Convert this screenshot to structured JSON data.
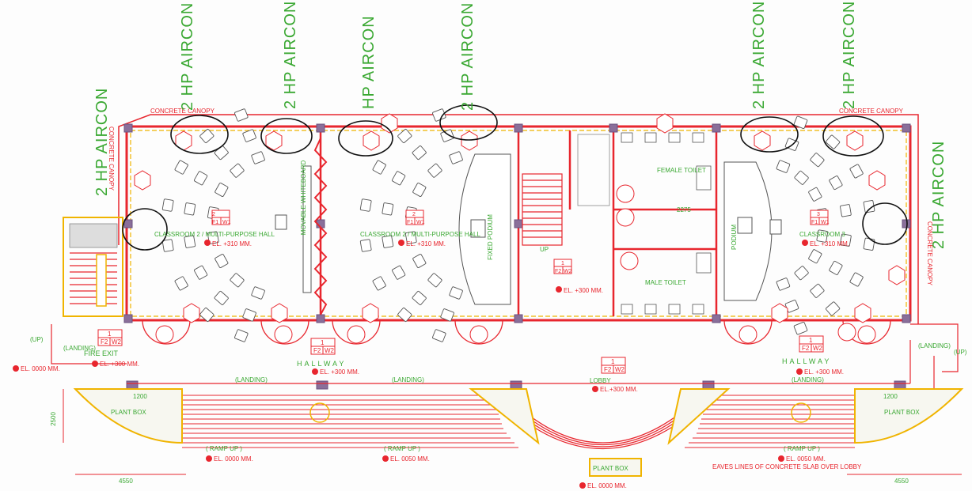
{
  "aircon_labels": [
    {
      "id": "ac-1",
      "text": "2 HP AIRCON"
    },
    {
      "id": "ac-2",
      "text": "2 HP AIRCON"
    },
    {
      "id": "ac-3",
      "text": "2 HP AIRCON"
    },
    {
      "id": "ac-4",
      "text": "HP AIRCON"
    },
    {
      "id": "ac-5",
      "text": "2 HP AIRCON"
    },
    {
      "id": "ac-6",
      "text": "2 HP AIRCON"
    },
    {
      "id": "ac-7",
      "text": "2 HP AIRCON"
    },
    {
      "id": "ac-8",
      "text": "2 HP AIRCON"
    }
  ],
  "canopy_labels": {
    "top_left": "CONCRETE CANOPY",
    "top_right": "CONCRETE CANOPY",
    "left_side": "CONCRETE CANOPY",
    "right_side": "CONCRETE CANOPY"
  },
  "rooms": {
    "classroom_left": "CLASSROOM 2 / MULTI-PURPOSE HALL",
    "classroom_mid": "CLASSROOM 2 / MULTI-PURPOSE HALL",
    "classroom_right": "CLASSROOM 3",
    "whiteboard": "MOVABLE WHITEBOARD",
    "podium_left": "FIXED PODIUM",
    "podium_right": "PODIUM",
    "female_toilet": "FEMALE TOILET",
    "male_toilet": "MALE TOILET",
    "plant_box": "PLANT BOX",
    "lobby": "LOBBY",
    "hallway": "HALLWAY",
    "fire_exit": "FIRE EXIT",
    "eaves_note": "EAVES LINES OF CONCRETE SLAB OVER LOBBY"
  },
  "tags": {
    "f1w1": [
      "F1",
      "W1"
    ],
    "f2w2": [
      "F2",
      "W2"
    ],
    "one": "1",
    "two": "2",
    "three": "3"
  },
  "elevations": {
    "el_310": "EL. +310 MM.",
    "el_300": "EL. +300 MM.",
    "el_4300": "EL.+300 MM.",
    "el_000": "EL. 0000 MM.",
    "el_050": "EL. 0050 MM."
  },
  "markers": {
    "landing": "(LANDING)",
    "up": "(UP)",
    "ramp_up": "( RAMP UP )",
    "up_stair": "UP"
  },
  "dimensions": {
    "d4550": "4550",
    "d1200": "1200",
    "d2500": "2500",
    "d2275": "2275"
  }
}
